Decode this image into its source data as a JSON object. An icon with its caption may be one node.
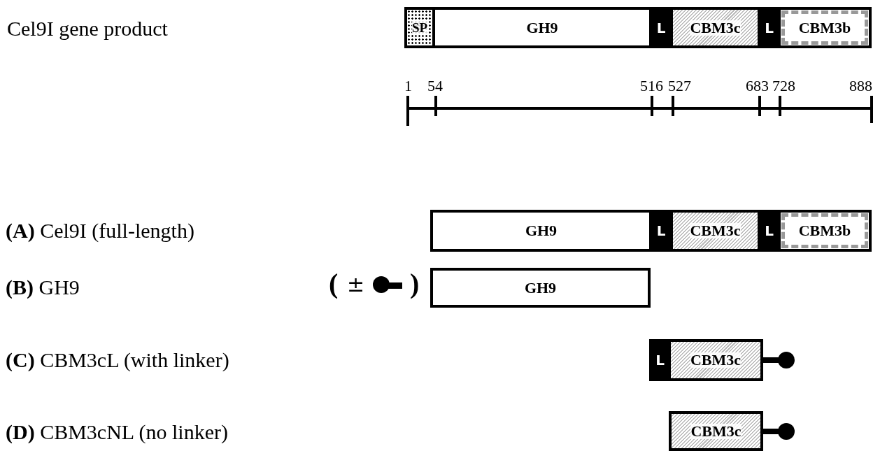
{
  "diagram": {
    "nodes": [
      {
        "text": [
          "SP"
        ]
      },
      {
        "text": [
          "GH9"
        ]
      },
      {
        "text": [
          "L"
        ]
      },
      {
        "text": [
          "CBM3c"
        ]
      },
      {
        "text": [
          "L"
        ]
      },
      {
        "text": [
          "CBM3b"
        ]
      },
      {
        "text": [
          "GH9"
        ]
      },
      {
        "text": [
          "L"
        ]
      },
      {
        "text": [
          "CBM3c"
        ]
      },
      {
        "text": [
          "L"
        ]
      },
      {
        "text": [
          "CBM3b"
        ]
      },
      {
        "text": [
          "GH9"
        ]
      },
      {
        "text": [
          "L"
        ]
      },
      {
        "text": [
          "CBM3c"
        ]
      },
      {
        "text": [
          "CBM3c"
        ]
      }
    ],
    "labels": [
      "Cel9I gene product",
      "1",
      "54",
      "516",
      "527",
      "683",
      "728",
      "888",
      "**(A)** Cel9I (full-length)",
      "**(B)** GH9",
      "(",
      "±",
      ")",
      "**(C)** CBM3cL (with linker)",
      "**(D)** CBM3cNL (no linker)"
    ]
  }
}
